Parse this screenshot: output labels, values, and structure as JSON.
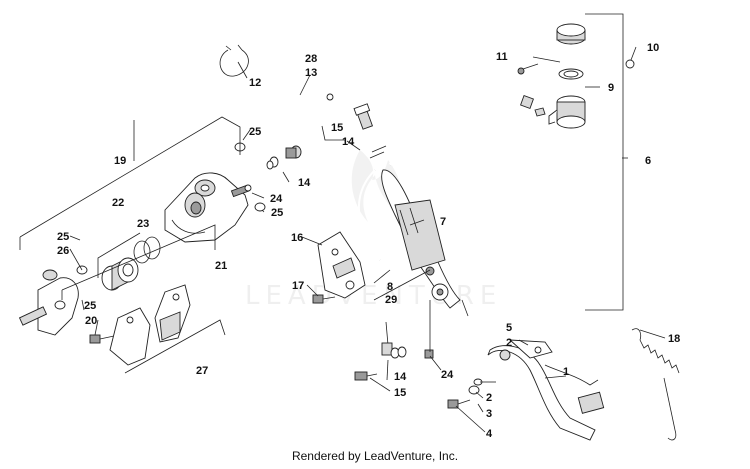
{
  "diagram": {
    "callouts": {
      "c1": "1",
      "c2a": "2",
      "c2b": "2",
      "c3": "3",
      "c4": "4",
      "c5": "5",
      "c6": "6",
      "c7": "7",
      "c8": "8",
      "c9": "9",
      "c10": "10",
      "c11": "11",
      "c12": "12",
      "c13": "13",
      "c14a": "14",
      "c14b": "14",
      "c14c": "14",
      "c15a": "15",
      "c15b": "15",
      "c16": "16",
      "c17": "17",
      "c18": "18",
      "c19": "19",
      "c20": "20",
      "c21": "21",
      "c22": "22",
      "c23": "23",
      "c24a": "24",
      "c24b": "24",
      "c25a": "25",
      "c25b": "25",
      "c25c": "25",
      "c25d": "25",
      "c26": "26",
      "c27": "27",
      "c28": "28",
      "c29": "29"
    },
    "watermark": "LEADVENTURE"
  },
  "footer": {
    "credit": "Rendered by LeadVenture, Inc."
  }
}
